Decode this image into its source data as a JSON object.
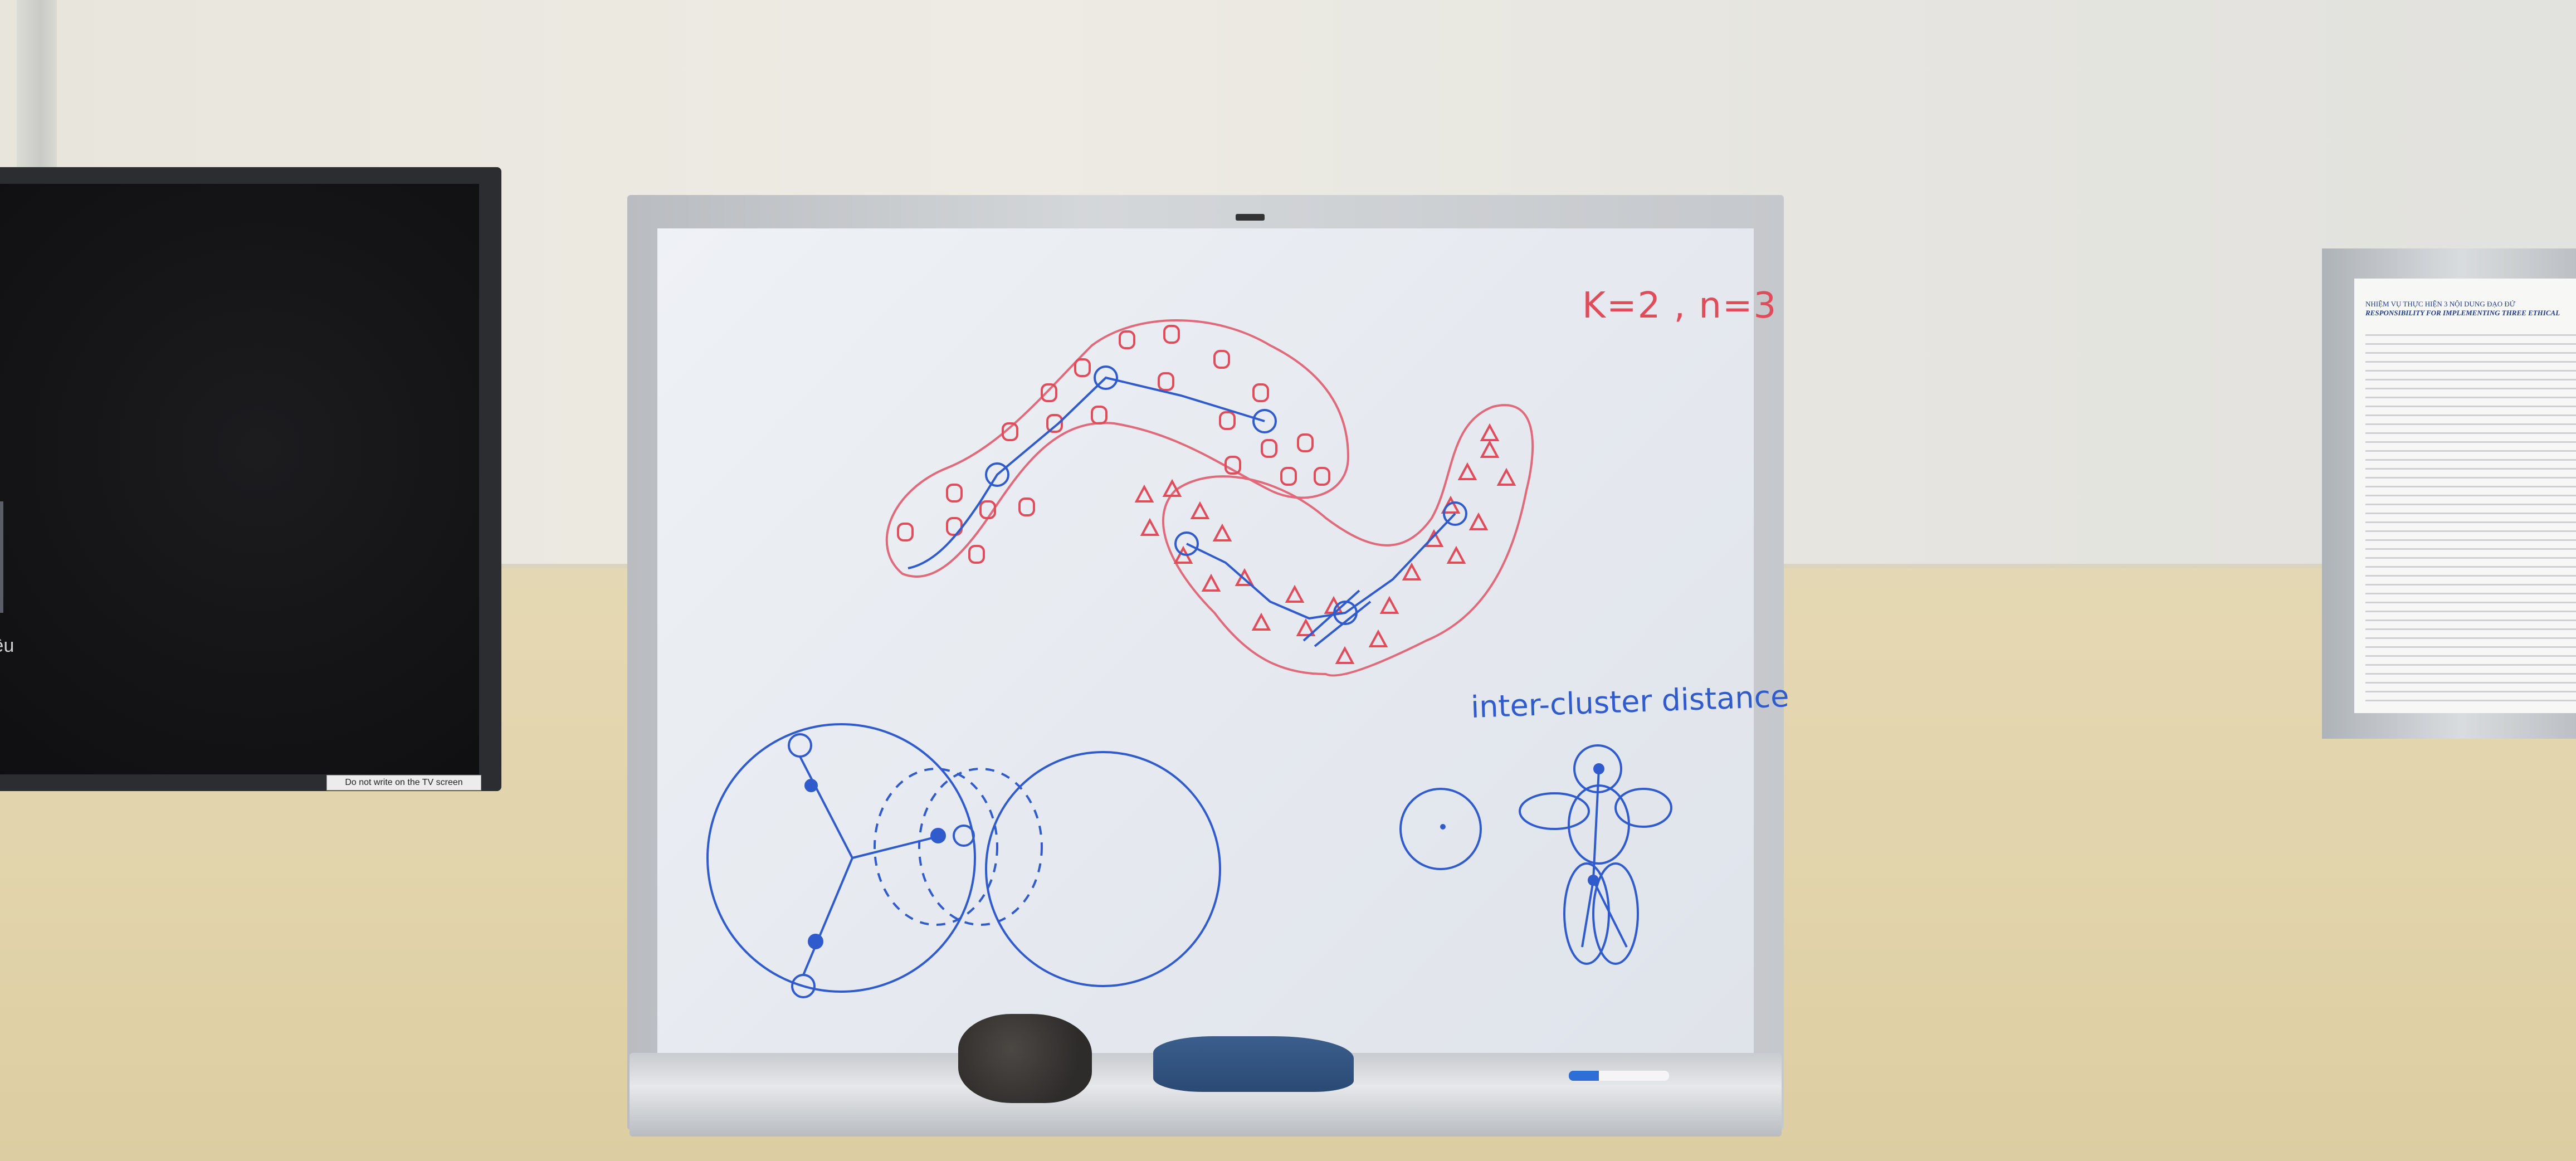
{
  "tv": {
    "partial_text": "iệu",
    "sticker": "Do not write on the TV screen"
  },
  "whiteboard": {
    "params_text": "K=2 , n=3",
    "heading_text": "inter-cluster distance"
  },
  "poster": {
    "title_line1": "NHIỆM VỤ THỰC HIỆN 3 NỘI DUNG ĐẠO ĐỨ",
    "title_line2": "RESPONSIBILITY FOR IMPLEMENTING THREE ETHICAL"
  },
  "colors": {
    "red_marker": "#e04c5a",
    "blue_marker": "#2f5bcc"
  },
  "icons": {
    "tv": "television",
    "eraser": "cloth-eraser",
    "marker": "whiteboard-marker"
  }
}
